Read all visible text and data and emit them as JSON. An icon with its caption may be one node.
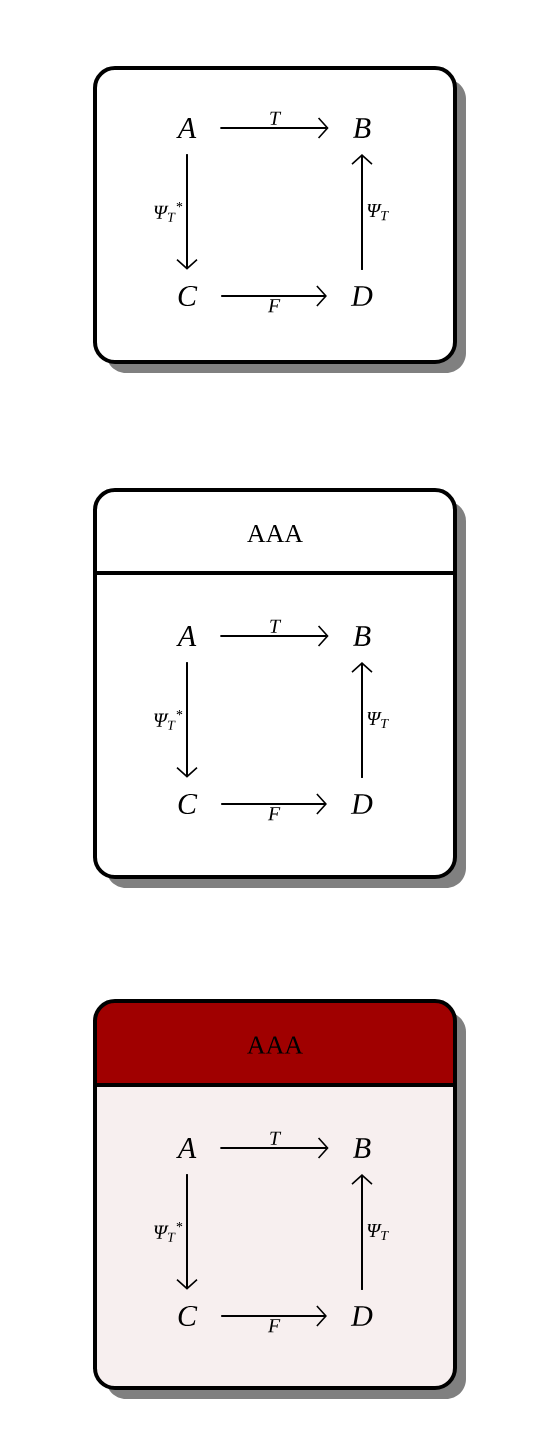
{
  "diagram": {
    "nodes": [
      {
        "text": [],
        "shape": "box"
      },
      {
        "text": [
          "A"
        ],
        "in": 0
      },
      {
        "text": [
          "B"
        ],
        "in": 0
      },
      {
        "text": [
          "C"
        ],
        "in": 0
      },
      {
        "text": [
          "D"
        ],
        "in": 0
      },
      {
        "text": [
          "AAA"
        ]
      },
      {
        "text": [
          "A"
        ],
        "in": 5
      },
      {
        "text": [
          "B"
        ],
        "in": 5
      },
      {
        "text": [
          "C"
        ],
        "in": 5
      },
      {
        "text": [
          "D"
        ],
        "in": 5
      },
      {
        "text": [
          "AAA"
        ]
      },
      {
        "text": [
          "A"
        ],
        "in": 10
      },
      {
        "text": [
          "B"
        ],
        "in": 10
      },
      {
        "text": [
          "C"
        ],
        "in": 10
      },
      {
        "text": [
          "D"
        ],
        "in": 10
      }
    ],
    "edges": [
      {
        "from": 1,
        "to": 2,
        "arrow": "to",
        "label": "T"
      },
      {
        "from": 1,
        "to": 3,
        "arrow": "to",
        "label": "Ψ$_{T}$$^{*}$"
      },
      {
        "from": 3,
        "to": 4,
        "arrow": "to",
        "label": "F"
      },
      {
        "from": 4,
        "to": 2,
        "arrow": "to",
        "label": "Ψ$_{T}$"
      },
      {
        "from": 6,
        "to": 7,
        "arrow": "to",
        "label": "T"
      },
      {
        "from": 6,
        "to": 8,
        "arrow": "to",
        "label": "Ψ$_{T}$$^{*}$"
      },
      {
        "from": 8,
        "to": 9,
        "arrow": "to",
        "label": "F"
      },
      {
        "from": 9,
        "to": 7,
        "arrow": "to",
        "label": "Ψ$_{T}$"
      },
      {
        "from": 11,
        "to": 12,
        "arrow": "to",
        "label": "T"
      },
      {
        "from": 11,
        "to": 13,
        "arrow": "to",
        "label": "Ψ$_{T}$$^{*}$"
      },
      {
        "from": 13,
        "to": 14,
        "arrow": "to",
        "label": "F"
      },
      {
        "from": 14,
        "to": 12,
        "arrow": "to",
        "label": "Ψ$_{T}$"
      }
    ]
  }
}
